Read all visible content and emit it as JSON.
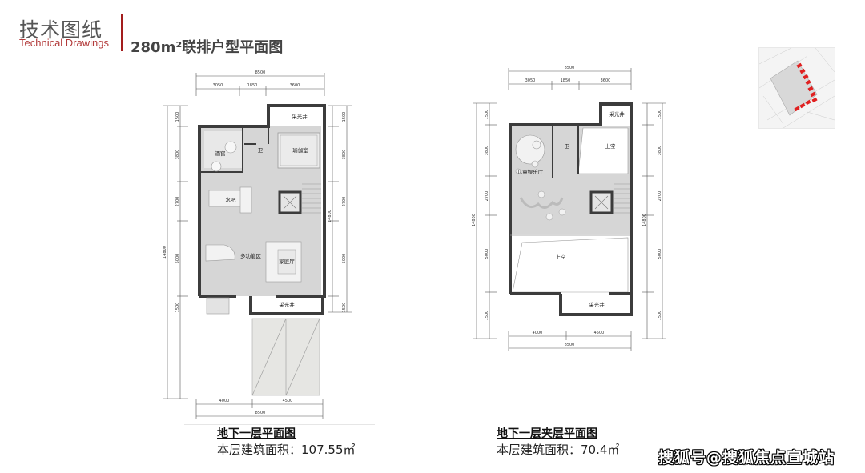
{
  "header": {
    "title_cn": "技术图纸",
    "title_en": "Technical Drawings",
    "subtitle": "280m²联排户型平面图",
    "accent_color": "#a31d1d"
  },
  "plans": [
    {
      "id": "b1",
      "caption_title": "地下一层平面图",
      "caption_area": "本层建筑面积：107.55㎡",
      "dims_top_total": "8500",
      "dims_top": [
        "3050",
        "1850",
        "3600"
      ],
      "dims_bottom": [
        "4000",
        "4500"
      ],
      "dims_bottom_total": "8500",
      "dims_side": [
        "1500",
        "3800",
        "2700",
        "5000",
        "1500"
      ],
      "dims_side_total": "14800",
      "rooms": {
        "wine_cellar": "酒窖",
        "bathroom": "卫",
        "yoga_room": "瑜伽室",
        "water_bar": "水吧",
        "multi_function": "多功能区",
        "family_hall": "家庭厅",
        "light_well_top": "采光井",
        "light_well_bottom": "采光井"
      }
    },
    {
      "id": "b1m",
      "caption_title": "地下一层夹层平面图",
      "caption_area": "本层建筑面积：70.4㎡",
      "dims_top_total": "8500",
      "dims_top": [
        "3050",
        "1850",
        "3600"
      ],
      "dims_bottom": [
        "4000",
        "4500"
      ],
      "dims_bottom_total": "8500",
      "dims_side": [
        "1500",
        "3800",
        "2700",
        "5000",
        "1500"
      ],
      "dims_side_total": "14800",
      "rooms": {
        "light_well_top": "采光井",
        "bathroom": "卫",
        "void_top": "上空",
        "kids_room": "儿童娱乐厅",
        "void_bottom": "上空",
        "light_well_bottom": "采光井"
      }
    }
  ],
  "site_map": {
    "highlight_color": "#e02020"
  },
  "watermark": "搜狐号@搜狐焦点宣城站"
}
